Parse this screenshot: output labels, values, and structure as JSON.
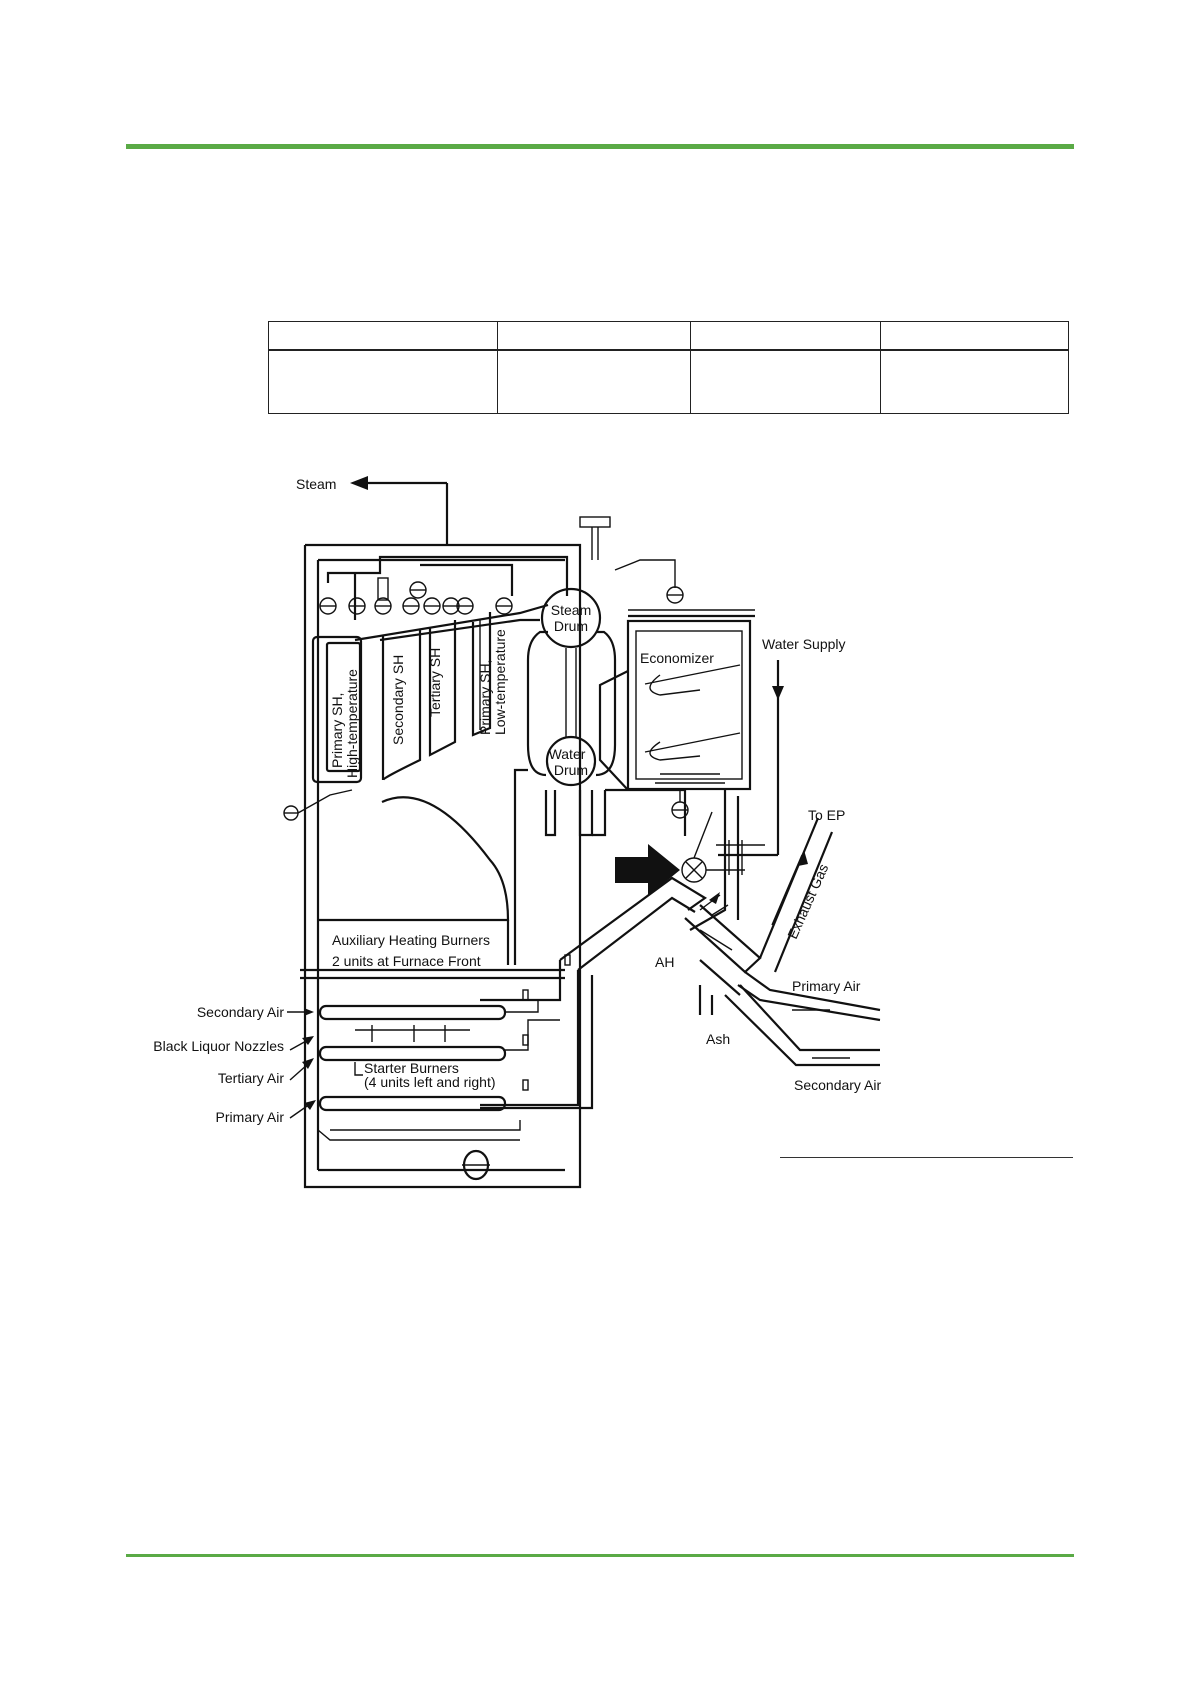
{
  "colors": {
    "accent_rule": "#5aaa46",
    "line": "#111111"
  },
  "table": {
    "header": [
      "",
      "",
      "",
      ""
    ],
    "rows": [
      [
        "",
        "",
        "",
        ""
      ]
    ]
  },
  "diagram": {
    "labels": {
      "steam": "Steam",
      "steam_drum_1": "Steam",
      "steam_drum_2": "Drum",
      "water_drum_1": "Water",
      "water_drum_2": "Drum",
      "economizer": "Economizer",
      "water_supply": "Water Supply",
      "to_ep": "To EP",
      "exhaust_gas": "Exhaust Gas",
      "ah": "AH",
      "primary_air_right": "Primary Air",
      "secondary_air_right": "Secondary Air",
      "ash": "Ash",
      "aux_burners_1": "Auxiliary Heating Burners",
      "aux_burners_2": "2 units at Furnace Front",
      "secondary_air_left": "Secondary Air",
      "black_liquor_nozzles": "Black Liquor Nozzles",
      "tertiary_air_left": "Tertiary Air",
      "primary_air_left": "Primary Air",
      "starter_burners_1": "Starter Burners",
      "starter_burners_2": "(4 units left and right)",
      "primary_sh_high_1": "Primary SH,",
      "primary_sh_high_2": "High-temperature",
      "secondary_sh": "Secondary SH",
      "tertiary_sh": "Tertiary SH",
      "primary_sh_low_1": "Primary SH,",
      "primary_sh_low_2": "Low-temperature"
    },
    "icons": [
      "valve-icon",
      "flow-arrow-icon",
      "damper-icon"
    ]
  }
}
